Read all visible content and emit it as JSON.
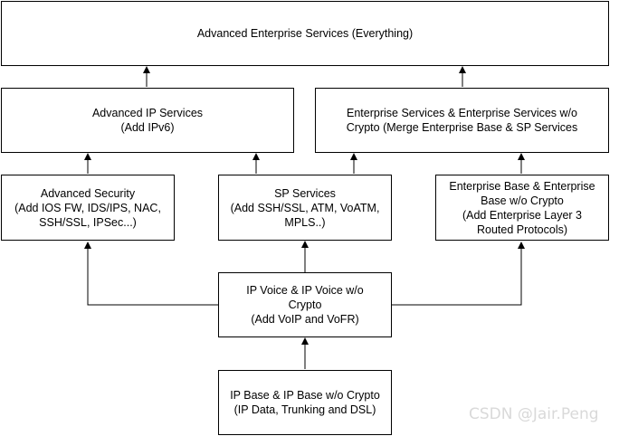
{
  "nodes": {
    "advanced_enterprise": {
      "lines": [
        "Advanced Enterprise Services (Everything)"
      ]
    },
    "advanced_ip": {
      "lines": [
        "Advanced IP Services",
        "(Add IPv6)"
      ]
    },
    "enterprise_services": {
      "lines": [
        "Enterprise Services & Enterprise Services w/o",
        "Crypto (Merge Enterprise Base & SP Services"
      ]
    },
    "advanced_security": {
      "lines": [
        "Advanced Security",
        "(Add IOS FW, IDS/IPS, NAC,",
        "SSH/SSL, IPSec...)"
      ]
    },
    "sp_services": {
      "lines": [
        "SP Services",
        "(Add SSH/SSL, ATM, VoATM,",
        "MPLS..)"
      ]
    },
    "enterprise_base": {
      "lines": [
        "Enterprise Base & Enterprise",
        "Base w/o Crypto",
        "(Add Enterprise Layer 3",
        "Routed Protocols)"
      ]
    },
    "ip_voice": {
      "lines": [
        "IP Voice & IP Voice w/o",
        "Crypto",
        "(Add VoIP and VoFR)"
      ]
    },
    "ip_base": {
      "lines": [
        "IP Base & IP Base w/o Crypto",
        "(IP Data, Trunking and DSL)"
      ]
    }
  },
  "watermark": "CSDN @Jair.Peng"
}
